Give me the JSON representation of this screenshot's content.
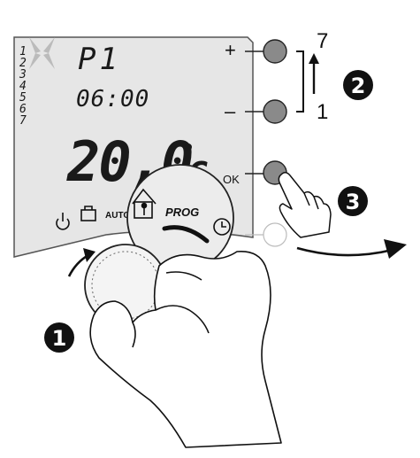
{
  "display": {
    "program": "P1",
    "time": "06:00",
    "temperature": "20,0",
    "unit": "c",
    "day_numbers": [
      "1",
      "2",
      "3",
      "4",
      "5",
      "6",
      "7"
    ],
    "auto_label": "AUTO",
    "prog_label": "PROG"
  },
  "buttons": {
    "plus_label": "+",
    "minus_label": "–",
    "ok_label": "OK"
  },
  "range": {
    "top": "7",
    "bottom": "1"
  },
  "steps": [
    "1",
    "2",
    "3"
  ],
  "colors": {
    "button_fill": "#8a8a8a",
    "badge_fill": "#111111",
    "lcd_background": "#e6e6e6"
  },
  "icons": [
    "power-icon",
    "suitcase-icon",
    "person-house-icon",
    "clock-icon",
    "ok-press-hand-icon",
    "rotate-dial-hand-icon"
  ]
}
